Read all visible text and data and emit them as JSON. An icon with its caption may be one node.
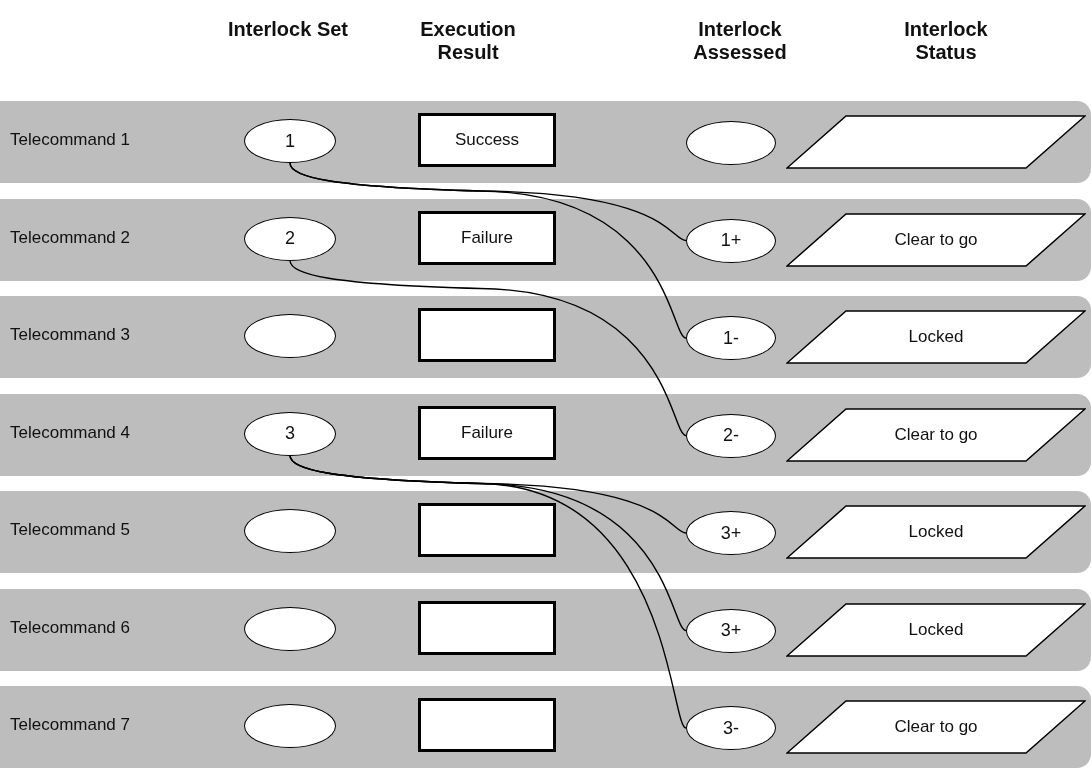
{
  "diagram": {
    "nodes": [
      {
        "text": [
          "Telecommand 1"
        ]
      },
      {
        "text": [
          "1"
        ],
        "in": 0
      },
      {
        "text": [
          "Success"
        ],
        "in": 0
      },
      {
        "text": [],
        "shape": "ellipse",
        "in": 0
      },
      {
        "text": [],
        "shape": "parallelogram",
        "in": 0
      },
      {
        "text": [
          "Telecommand 2"
        ]
      },
      {
        "text": [
          "2"
        ],
        "in": 5
      },
      {
        "text": [
          "Failure"
        ],
        "in": 5
      },
      {
        "text": [
          "1+"
        ],
        "in": 5
      },
      {
        "text": [
          "Clear to go"
        ],
        "in": 5
      },
      {
        "text": [
          "Telecommand 3"
        ]
      },
      {
        "text": [],
        "shape": "ellipse",
        "in": 10
      },
      {
        "text": [],
        "shape": "box",
        "in": 10
      },
      {
        "text": [
          "1-"
        ],
        "in": 10
      },
      {
        "text": [
          "Locked"
        ],
        "in": 10
      },
      {
        "text": [
          "Telecommand 4"
        ]
      },
      {
        "text": [
          "3"
        ],
        "in": 15
      },
      {
        "text": [
          "Failure"
        ],
        "in": 15
      },
      {
        "text": [
          "2-"
        ],
        "in": 15
      },
      {
        "text": [
          "Clear to go"
        ],
        "in": 15
      },
      {
        "text": [
          "Telecommand 5"
        ]
      },
      {
        "text": [],
        "shape": "ellipse",
        "in": 20
      },
      {
        "text": [],
        "shape": "box",
        "in": 20
      },
      {
        "text": [
          "3+"
        ],
        "in": 20
      },
      {
        "text": [
          "Locked"
        ],
        "in": 20
      },
      {
        "text": [
          "Telecommand 6"
        ]
      },
      {
        "text": [],
        "shape": "ellipse",
        "in": 25
      },
      {
        "text": [],
        "shape": "box",
        "in": 25
      },
      {
        "text": [
          "3+"
        ],
        "in": 25
      },
      {
        "text": [
          "Locked"
        ],
        "in": 25
      },
      {
        "text": [
          "Telecommand 7"
        ]
      },
      {
        "text": [],
        "shape": "ellipse",
        "in": 30
      },
      {
        "text": [],
        "shape": "box",
        "in": 30
      },
      {
        "text": [
          "3-"
        ],
        "in": 30
      },
      {
        "text": [
          "Clear to go"
        ],
        "in": 30
      }
    ],
    "edges": [
      {
        "from": 1,
        "to": 8,
        "arrow": "none"
      },
      {
        "from": 1,
        "to": 13,
        "arrow": "none"
      },
      {
        "from": 6,
        "to": 18,
        "arrow": "none"
      },
      {
        "from": 16,
        "to": 23,
        "arrow": "none"
      },
      {
        "from": 16,
        "to": 28,
        "arrow": "none"
      },
      {
        "from": 16,
        "to": 33,
        "arrow": "none"
      }
    ],
    "labels": [
      "Interlock Set",
      "Execution Result",
      "Interlock Assessed",
      "Interlock Status"
    ]
  }
}
